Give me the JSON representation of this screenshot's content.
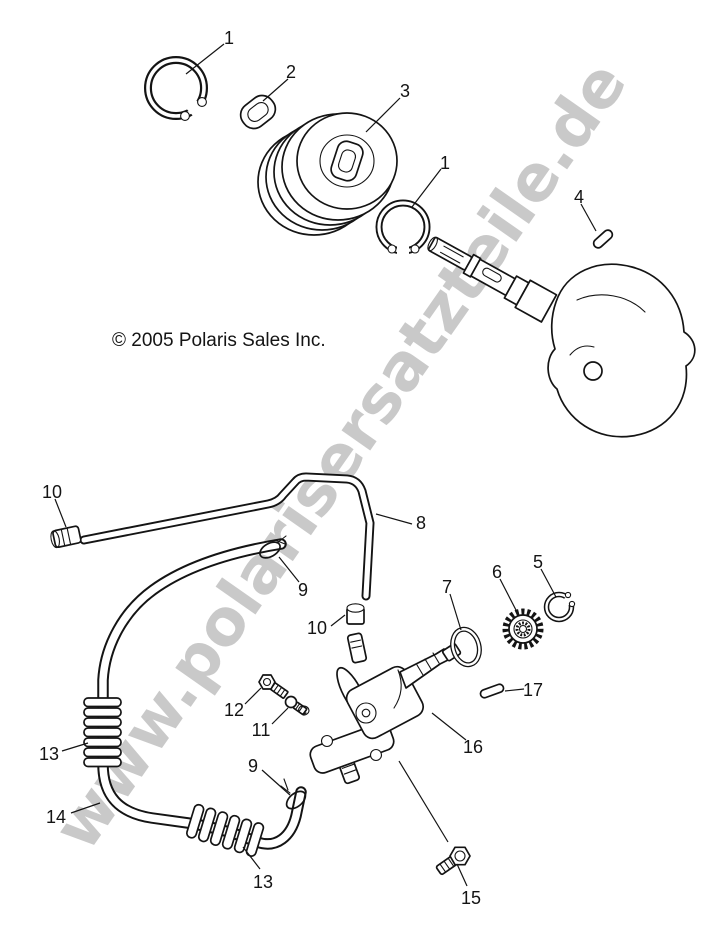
{
  "diagram": {
    "background": "#ffffff",
    "ink": "#141414"
  },
  "copyright": "© 2005 Polaris Sales Inc.",
  "watermark": {
    "text": "www.polarisersatzteile.de",
    "color": "#949494"
  },
  "callouts": [
    {
      "label": "1"
    },
    {
      "label": "2"
    },
    {
      "label": "3"
    },
    {
      "label": "1"
    },
    {
      "label": "4"
    },
    {
      "label": "10"
    },
    {
      "label": "8"
    },
    {
      "label": "9"
    },
    {
      "label": "5"
    },
    {
      "label": "6"
    },
    {
      "label": "7"
    },
    {
      "label": "10"
    },
    {
      "label": "17"
    },
    {
      "label": "12"
    },
    {
      "label": "11"
    },
    {
      "label": "16"
    },
    {
      "label": "13"
    },
    {
      "label": "9"
    },
    {
      "label": "14"
    },
    {
      "label": "13"
    },
    {
      "label": "15"
    }
  ]
}
